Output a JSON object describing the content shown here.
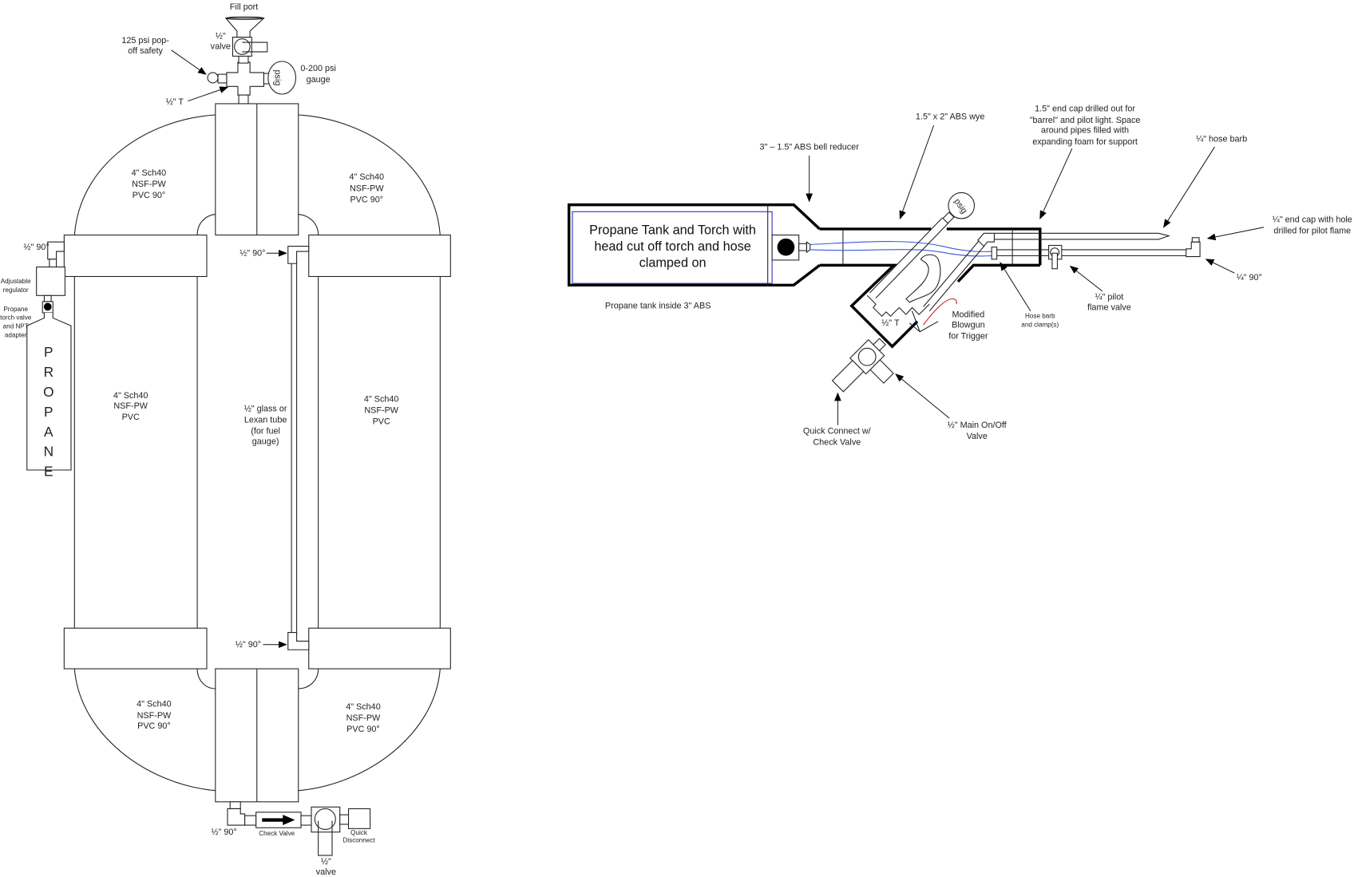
{
  "left": {
    "fill_port": "Fill port",
    "fill_valve": [
      "½\"",
      "valve"
    ],
    "popoff": [
      "125 psi pop-",
      "off safety"
    ],
    "gauge": [
      "0-200 psi",
      "gauge"
    ],
    "gauge_face": "psig",
    "tee": "½\" T",
    "elbow_left": "½\" 90°",
    "regulator": [
      "Adjustable",
      "regulator"
    ],
    "torch_valve": [
      "Propane",
      "torch valve",
      "and NPT",
      "adapter"
    ],
    "propane_letters": [
      "P",
      "R",
      "O",
      "P",
      "A",
      "N",
      "E"
    ],
    "upper_left_elbow": [
      "4\" Sch40",
      "NSF-PW",
      "PVC 90°"
    ],
    "upper_right_elbow": [
      "4\" Sch40",
      "NSF-PW",
      "PVC 90°"
    ],
    "left_pipe": [
      "4\" Sch40",
      "NSF-PW",
      "PVC"
    ],
    "right_pipe": [
      "4\" Sch40",
      "NSF-PW",
      "PVC"
    ],
    "sight_tube": [
      "½\" glass or",
      "Lexan tube",
      "(for fuel",
      "gauge)"
    ],
    "elbow_upper_center": "½\" 90°",
    "elbow_lower_center": "½\" 90°",
    "lower_left_elbow": [
      "4\" Sch40",
      "NSF-PW",
      "PVC 90°"
    ],
    "lower_right_elbow": [
      "4\" Sch40",
      "NSF-PW",
      "PVC 90°"
    ],
    "elbow_bottom": "½\" 90°",
    "check_valve": "Check Valve",
    "quick_disconnect": [
      "Quick",
      "Disconnect"
    ],
    "bottom_valve": [
      "½\"",
      "valve"
    ]
  },
  "right": {
    "tank_label": [
      "Propane Tank and Torch with",
      "head cut off torch and hose",
      "clamped on"
    ],
    "tank_caption": "Propane tank inside 3\" ABS",
    "reducer": "3\" – 1.5\" ABS bell reducer",
    "wye": "1.5\" x 2\" ABS wye",
    "end_cap": [
      "1.5\" end cap drilled out for",
      "\"barrel\" and pilot light. Space",
      "around pipes filled with",
      "expanding foam for support"
    ],
    "hose_barb_quarter": "¼\" hose barb",
    "pilot_end_cap": [
      "¼\" end cap with hole",
      "drilled for pilot flame"
    ],
    "quarter_90": "¼\" 90°",
    "pilot_valve": [
      "¼\" pilot",
      "flame valve"
    ],
    "hose_barb_clamp": [
      "Hose barb",
      "and clamp(s)"
    ],
    "blowgun": [
      "Modified",
      "Blowgun",
      "for Trigger"
    ],
    "half_tee": "½\" T",
    "gauge_face": "psig",
    "quick_connect": [
      "Quick Connect w/",
      "Check Valve"
    ],
    "main_valve": [
      "½\" Main On/Off",
      "Valve"
    ]
  },
  "colors": {
    "hose": "#3a5ad9",
    "tank_outline": "#2a2acc",
    "trigger": "#cc2222"
  }
}
